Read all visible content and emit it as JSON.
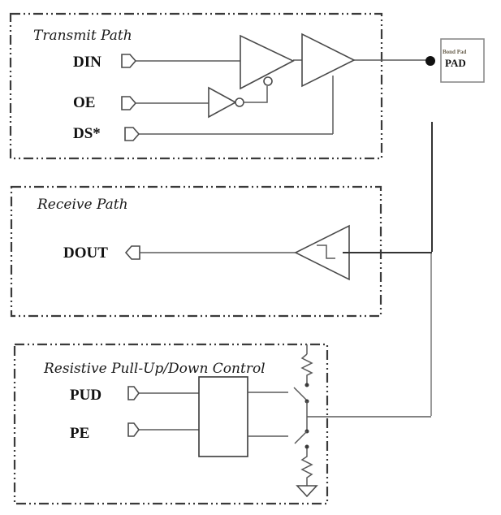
{
  "sections": {
    "transmit": {
      "title": "Transmit Path"
    },
    "receive": {
      "title": "Receive Path"
    },
    "pull": {
      "title": "Resistive Pull-Up/Down Control"
    }
  },
  "pins": {
    "din": "DIN",
    "oe": "OE",
    "ds": "DS*",
    "dout": "DOUT",
    "pud": "PUD",
    "pe": "PE"
  },
  "pad": {
    "caption": "Bond Pad",
    "label": "PAD"
  },
  "icons": {
    "buffer": "triangle-buffer-icon",
    "inverter": "inverter-icon",
    "schmitt": "schmitt-trigger-icon",
    "resistor": "resistor-icon",
    "switch": "switch-icon",
    "ground": "ground-icon",
    "input_port": "input-port-icon",
    "output_port": "output-port-icon"
  }
}
